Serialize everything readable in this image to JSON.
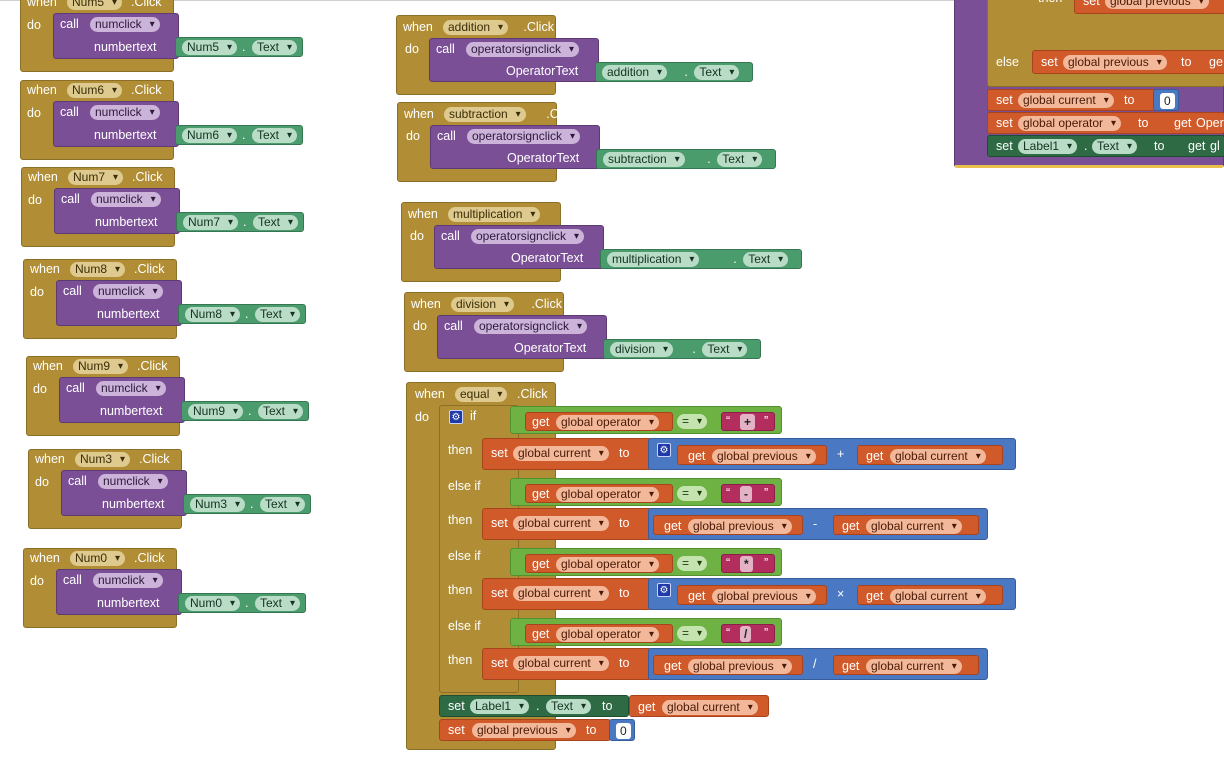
{
  "labels": {
    "when": "when",
    "do": "do",
    "call": "call",
    "numbertext": "numbertext",
    "operatortext": "OperatorText",
    "click": ".Click",
    "dot": ".",
    "if": "if",
    "then": "then",
    "else_if": "else if",
    "else": "else",
    "set": "set",
    "get": "get",
    "to": "to",
    "text_prop": "Text"
  },
  "procedures": {
    "numclick": "numclick",
    "operatorsignclick": "operatorsignclick"
  },
  "number_handlers": [
    {
      "component": "Num5"
    },
    {
      "component": "Num6"
    },
    {
      "component": "Num7"
    },
    {
      "component": "Num8"
    },
    {
      "component": "Num9"
    },
    {
      "component": "Num3"
    },
    {
      "component": "Num0"
    }
  ],
  "operator_handlers": [
    {
      "component": "addition"
    },
    {
      "component": "subtraction"
    },
    {
      "component": "multiplication"
    },
    {
      "component": "division"
    }
  ],
  "equal_handler": {
    "component": "equal",
    "vars": {
      "operator": "global operator",
      "current": "global current",
      "previous": "global previous"
    },
    "eq": "=",
    "branches": [
      {
        "sign": "+",
        "op": "+"
      },
      {
        "sign": "-",
        "op": "-"
      },
      {
        "sign": "*",
        "op": "×"
      },
      {
        "sign": "/",
        "op": "/"
      }
    ],
    "label": "Label1",
    "zero": "0"
  },
  "top_right": {
    "then_var": "global previous",
    "else_var": "global previous",
    "else_get_partial": "ge",
    "current": "global current",
    "zero": "0",
    "operator": "global operator",
    "oper_partial": "Oper",
    "label": "Label1",
    "gl_partial": "gl"
  },
  "colors": {
    "event": "#b18e35",
    "procedure": "#7a4f96",
    "component": "#4a9c6d",
    "variable": "#d05a2a",
    "logic": "#6fb244",
    "math": "#4a78c2",
    "text": "#b32d5e"
  }
}
